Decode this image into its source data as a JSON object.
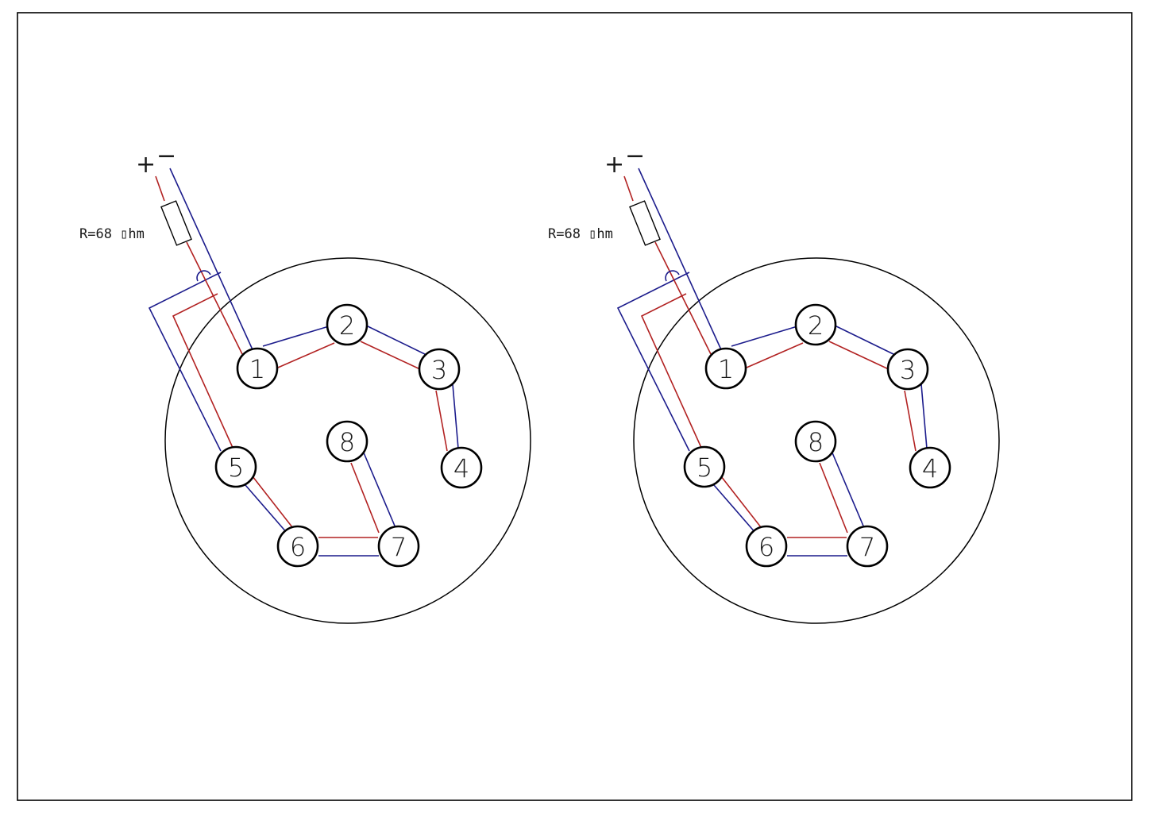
{
  "diagrams": [
    {
      "resistor_label": "R=68 ▯hm",
      "plus_label": "+",
      "minus_label": "−",
      "pins": [
        "1",
        "2",
        "3",
        "4",
        "5",
        "6",
        "7",
        "8"
      ]
    },
    {
      "resistor_label": "R=68 ▯hm",
      "plus_label": "+",
      "minus_label": "−",
      "pins": [
        "1",
        "2",
        "3",
        "4",
        "5",
        "6",
        "7",
        "8"
      ]
    }
  ],
  "colors": {
    "positive_wire": "#b22222",
    "negative_wire": "#1c1c8c",
    "outline": "#000000"
  }
}
